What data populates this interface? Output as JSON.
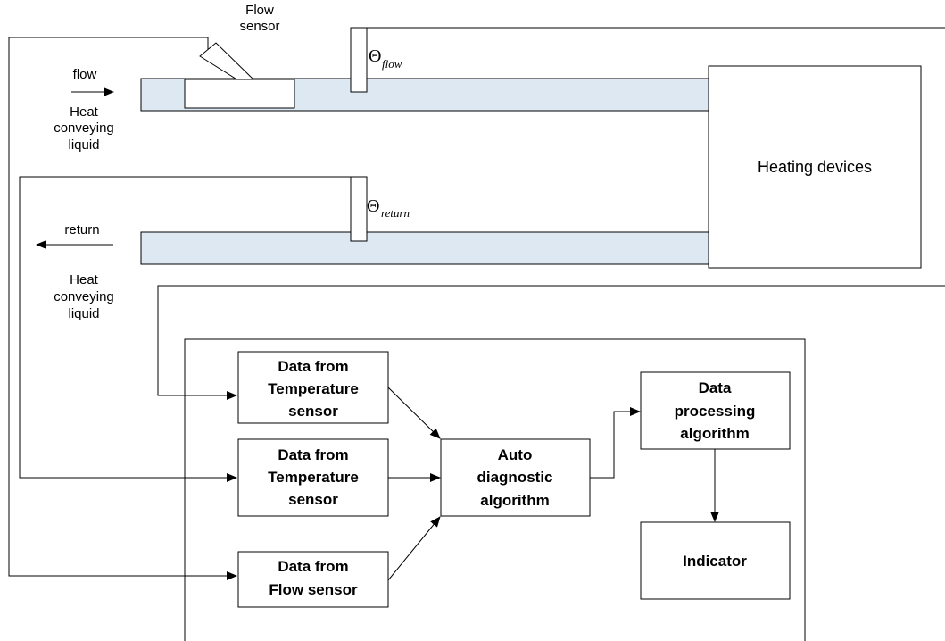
{
  "flow_sensor_label": [
    "Flow",
    "sensor"
  ],
  "theta_symbol": "Θ",
  "theta_flow_sub": "flow",
  "theta_return_sub": "return",
  "flow_label": "flow",
  "flow_liquid_label": [
    "Heat",
    "conveying",
    "liquid"
  ],
  "return_label": "return",
  "return_liquid_label": [
    "Heat",
    "conveying",
    "liquid"
  ],
  "heating_devices": "Heating devices",
  "blocks": {
    "temp_sensor_1": [
      "Data from",
      "Temperature",
      "sensor"
    ],
    "temp_sensor_2": [
      "Data from",
      "Temperature",
      "sensor"
    ],
    "flow_sensor": [
      "Data from",
      "Flow sensor"
    ],
    "auto_diagnostic": [
      "Auto",
      "diagnostic",
      "algorithm"
    ],
    "data_processing": [
      "Data",
      "processing",
      "algorithm"
    ],
    "indicator": "Indicator"
  },
  "colors": {
    "pipe_fill": "#dde8f3",
    "line": "#000000"
  }
}
